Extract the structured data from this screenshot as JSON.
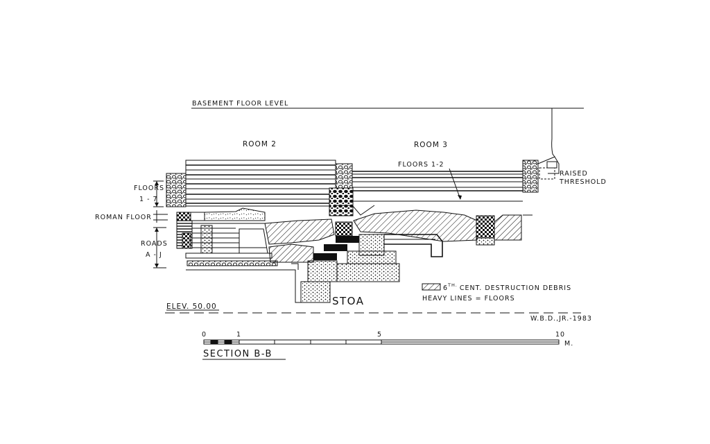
{
  "labels": {
    "basement": "BASEMENT FLOOR LEVEL",
    "room2": "ROOM 2",
    "room3": "ROOM 3",
    "floors12": "FLOORS 1-2",
    "raised1": "RAISED",
    "raised2": "THRESHOLD",
    "floors17_a": "FLOORS",
    "floors17_b": "1 - 7",
    "roman": "ROMAN FLOOR",
    "roads_a": "ROADS",
    "roads_b": "A - J",
    "stoa": "STOA",
    "legend_debris_pre": "6",
    "legend_debris_sup": "TH.",
    "legend_debris_post": "CENT. DESTRUCTION DEBRIS",
    "legend_lines": "HEAVY LINES = FLOORS",
    "elev": "ELEV. 50.00",
    "credit": "W.B.D.,JR.-1983",
    "section": "SECTION B-B"
  },
  "scale": {
    "ticks": [
      "0",
      "1",
      "5",
      "10"
    ],
    "unit": "M."
  }
}
